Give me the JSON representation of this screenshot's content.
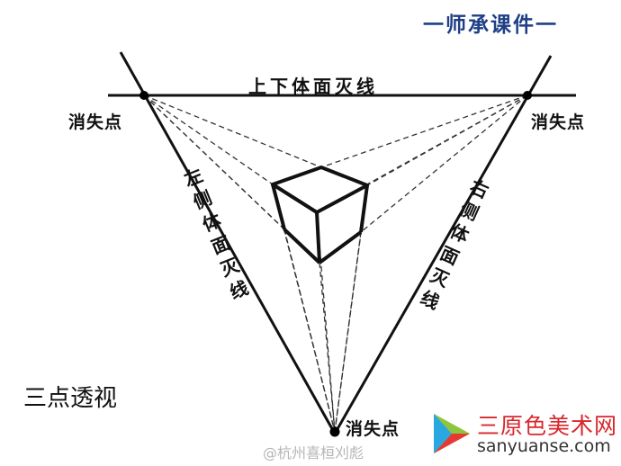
{
  "header": {
    "brand": "一师承课件一"
  },
  "labels": {
    "top_horizon": "上下体面灭线",
    "left_side": "左侧体面灭线",
    "right_side": "右侧体面灭线",
    "vp_left": "消失点",
    "vp_right": "消失点",
    "vp_bottom": "消失点",
    "title": "三点透视"
  },
  "watermark": {
    "site_name": "三原色美术网",
    "site_url": "sanyuanse.com",
    "weibo": "@杭州喜桓刈彪"
  },
  "colors": {
    "ink": "#111111",
    "brand_blue": "#1f3f86",
    "logo_red": "#d9262b"
  }
}
